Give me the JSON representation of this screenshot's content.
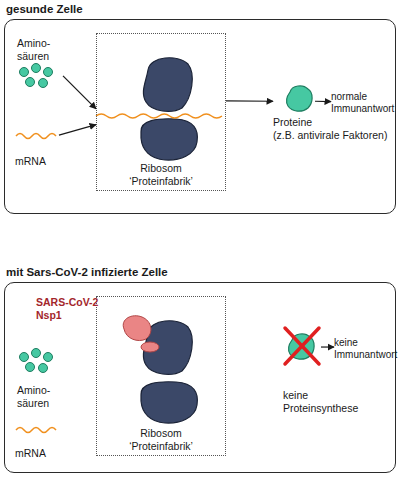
{
  "diagram": {
    "nodes": [
      {
        "text": [
          "gesunde Zelle"
        ]
      },
      {
        "text": [
          "Amino- säuren"
        ],
        "in": 0
      },
      {
        "text": [
          "mRNA"
        ],
        "in": 0
      },
      {
        "text": [
          "Ribosom ‘Proteinfabrik’"
        ],
        "in": 0
      },
      {
        "text": [
          "Proteine",
          "(z.B. antivirale Faktoren)"
        ],
        "in": 0
      },
      {
        "text": [
          "normale Immunantwort"
        ],
        "in": 0
      },
      {
        "text": [
          "mit Sars-CoV-2 infizierte Zelle"
        ]
      },
      {
        "text": [
          "Amino- säuren"
        ],
        "in": 6
      },
      {
        "text": [
          "mRNA"
        ],
        "in": 6
      },
      {
        "text": [
          "Ribosom ‘Proteinfabrik’"
        ],
        "in": 6
      },
      {
        "text": [
          "keine Proteinsynthese"
        ],
        "in": 6
      },
      {
        "text": [
          "keine Immunantwort"
        ],
        "in": 6
      }
    ],
    "edges": [
      {
        "from": 1,
        "to": 3,
        "arrow": "to"
      },
      {
        "from": 2,
        "to": 3,
        "arrow": "to"
      },
      {
        "from": 3,
        "to": 4,
        "arrow": "to"
      },
      {
        "from": 4,
        "to": 5,
        "arrow": "to"
      },
      {
        "from": 10,
        "to": 11,
        "arrow": "to"
      }
    ],
    "labels": [
      "SARS-CoV-2 Nsp1"
    ]
  }
}
